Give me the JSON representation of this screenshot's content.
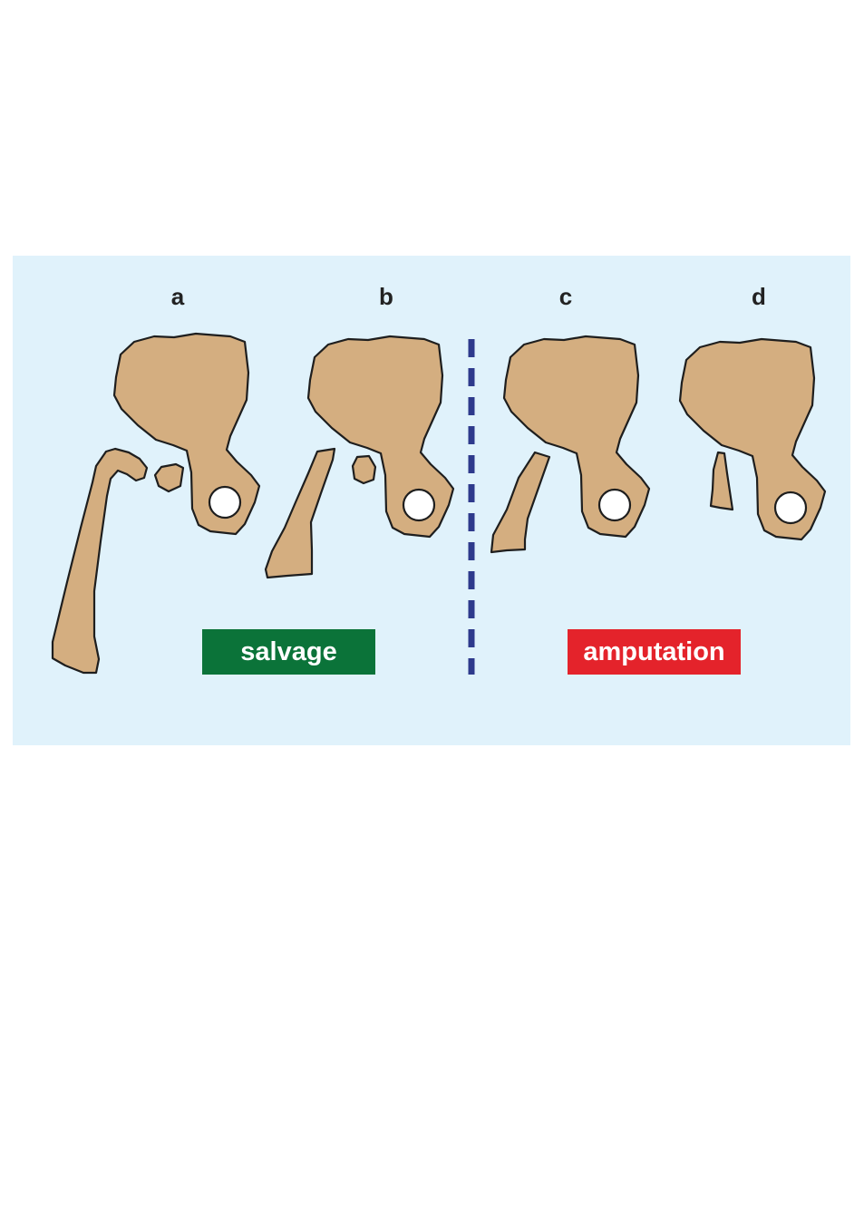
{
  "panels": [
    {
      "id": "a",
      "label": "a"
    },
    {
      "id": "b",
      "label": "b"
    },
    {
      "id": "c",
      "label": "c"
    },
    {
      "id": "d",
      "label": "d"
    }
  ],
  "categories": {
    "salvage": {
      "label": "salvage",
      "color": "#0b7339"
    },
    "amputation": {
      "label": "amputation",
      "color": "#e4232b"
    }
  },
  "colors": {
    "background": "#e0f2fb",
    "bone": "#d4ae80",
    "outline": "#1e1e1e",
    "divider": "#2e3a8c"
  }
}
